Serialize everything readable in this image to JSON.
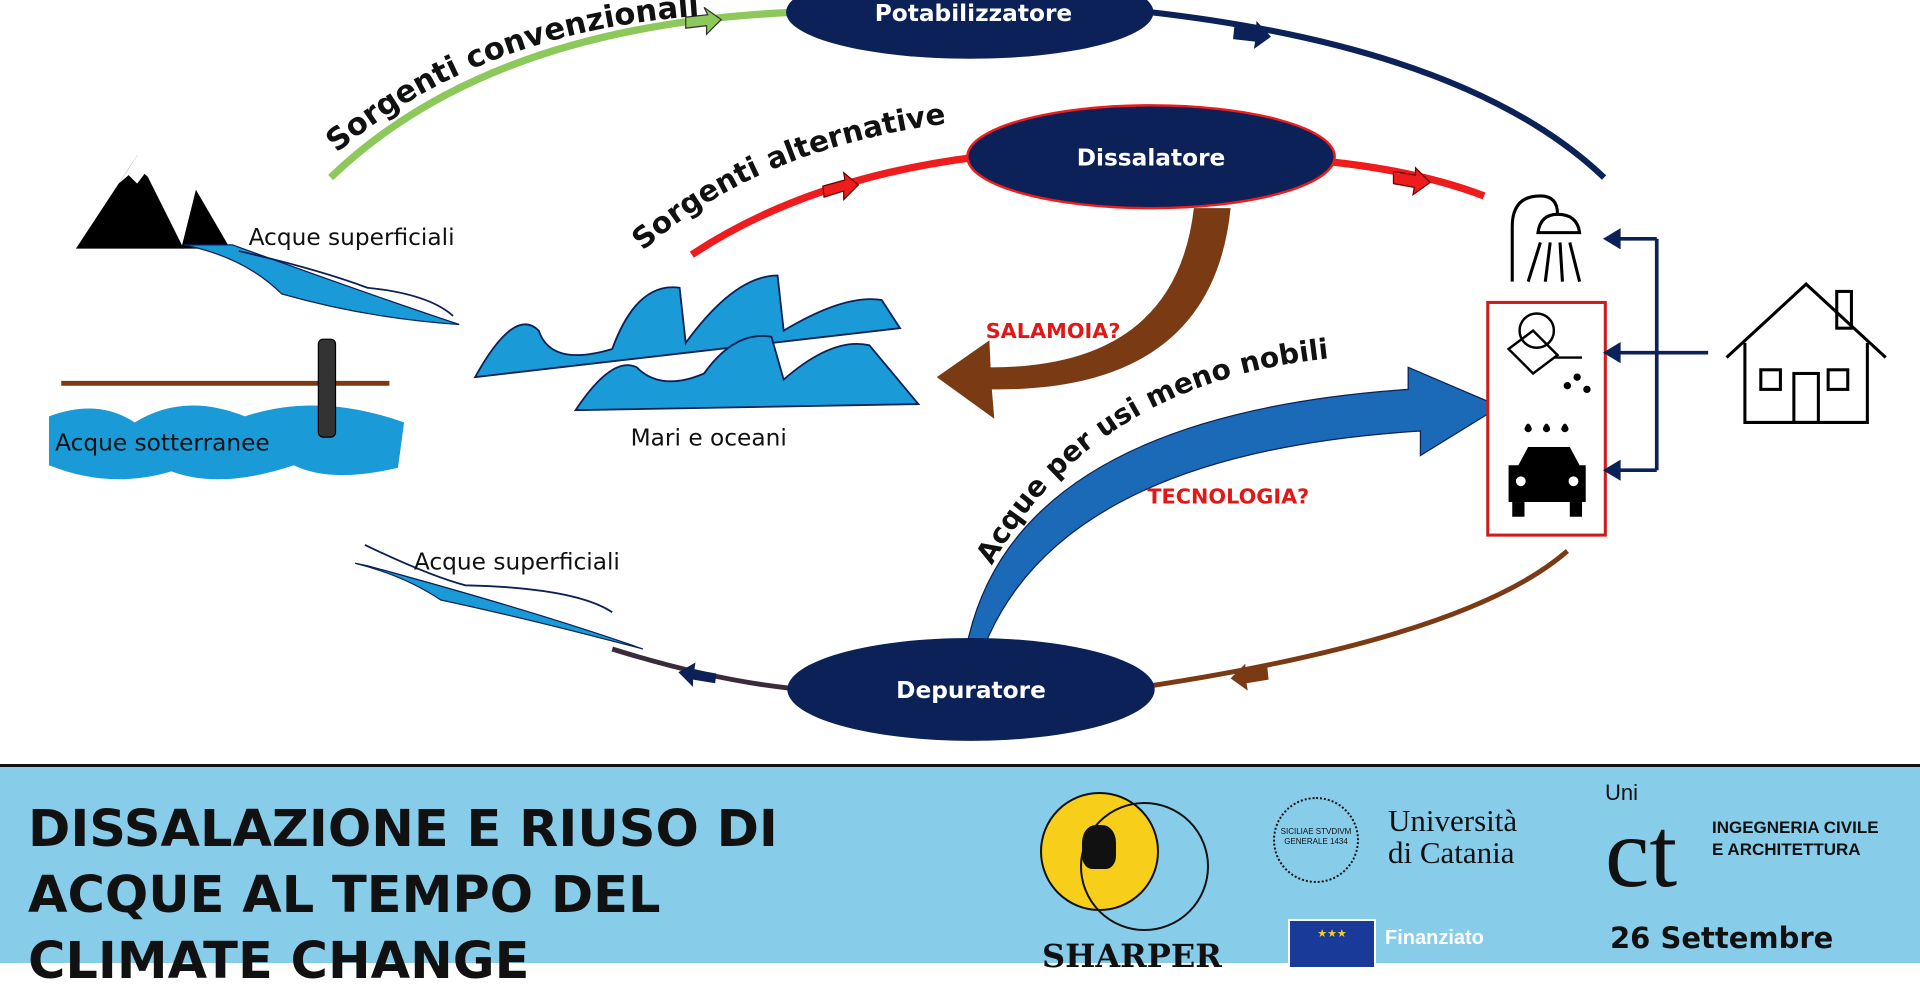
{
  "diagram": {
    "nodes": {
      "potabilizzatore": "Potabilizzatore",
      "dissalatore": "Dissalatore",
      "depuratore": "Depuratore"
    },
    "flows": {
      "conventional": "Sorgenti convenzionali",
      "alternative": "Sorgenti alternative",
      "less_noble": "Acque per usi meno nobili"
    },
    "labels": {
      "surface_top": "Acque superficiali",
      "groundwater": "Acque sotterranee",
      "seas": "Mari e oceani",
      "surface_bottom": "Acque superficiali",
      "brine": "SALAMOIA?",
      "technology": "TECNOLOGIA?"
    },
    "colors": {
      "node": "#0b2157",
      "green": "#8dc85a",
      "red": "#ee1c1c",
      "brown": "#7a3a14",
      "water": "#1a9ad6",
      "banner": "#87cdea"
    }
  },
  "banner": {
    "title_lines": [
      "DISSALAZIONE E RIUSO DI",
      "ACQUE AL TEMPO DEL",
      "CLIMATE CHANGE"
    ],
    "sharper": "SHARPER",
    "university": [
      "Università",
      "di Catania"
    ],
    "seal_text": "SICILIAE STVDIVM GENERALE 1434",
    "unict_uni": "Uni",
    "unict_ct": "ct",
    "department": [
      "INGEGNERIA CIVILE",
      "E ARCHITETTURA"
    ],
    "eu_funded": "Finanziato",
    "date": "26 Settembre"
  }
}
